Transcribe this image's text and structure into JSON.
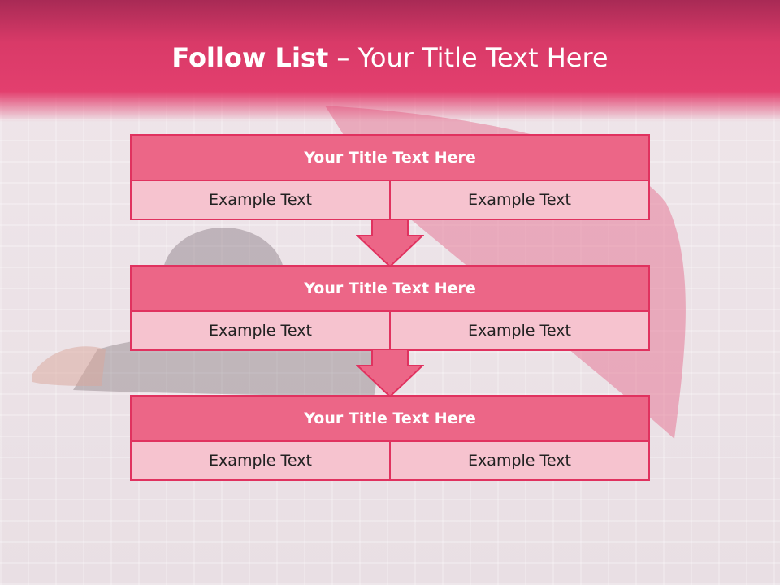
{
  "slide": {
    "title_bold": "Follow List",
    "title_sep": " – ",
    "title_rest": "Your Title Text Here"
  },
  "steps": [
    {
      "title": "Your Title Text Here",
      "left": "Example Text",
      "right": "Example Text"
    },
    {
      "title": "Your Title Text Here",
      "left": "Example Text",
      "right": "Example Text"
    },
    {
      "title": "Your Title Text Here",
      "left": "Example Text",
      "right": "Example Text"
    }
  ],
  "colors": {
    "header": "#e33f6e",
    "box_head": "#ec6687",
    "box_cell": "#f6c3cf",
    "border": "#e0325f",
    "arrow": "#ec6687"
  }
}
